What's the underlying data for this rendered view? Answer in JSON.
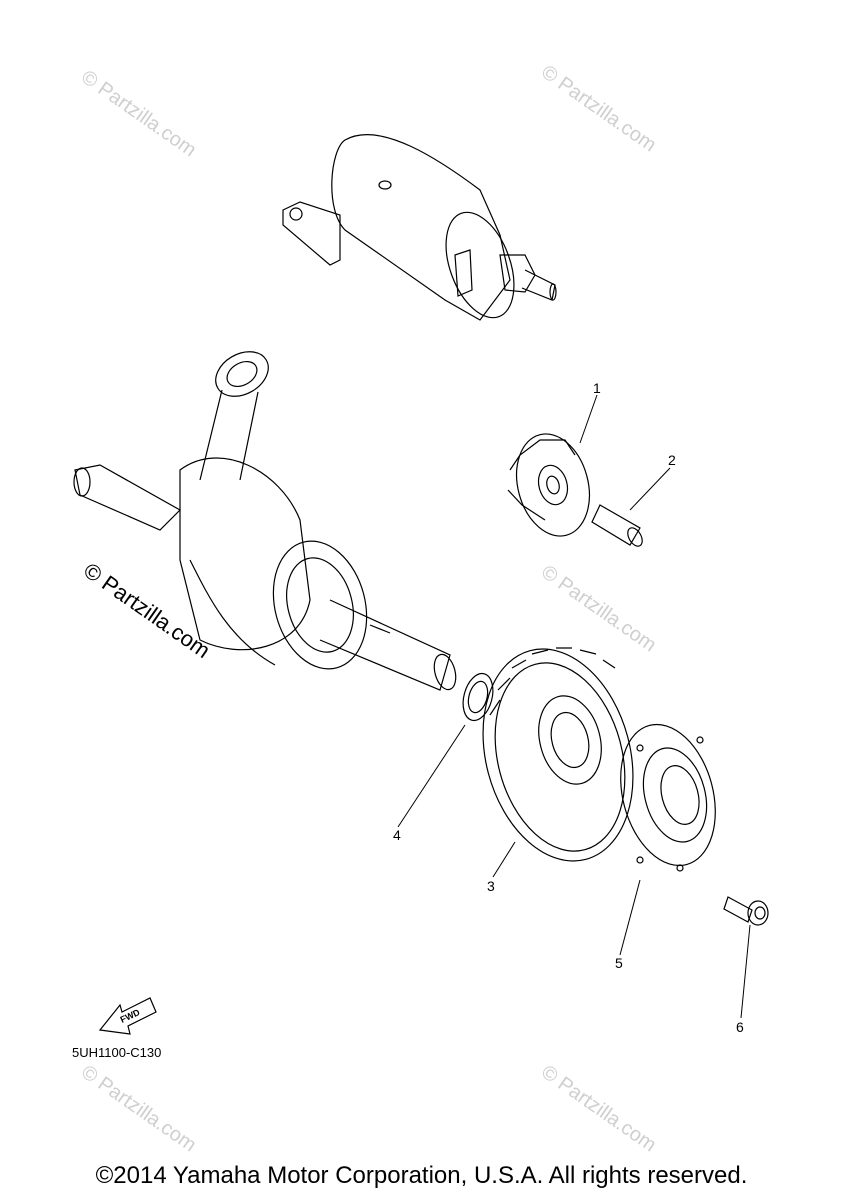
{
  "callouts": {
    "c1": "1",
    "c2": "2",
    "c3": "3",
    "c4": "4",
    "c5": "5",
    "c6": "6"
  },
  "watermarks": {
    "faint": "© Partzilla.com",
    "dark": "© Partzilla.com"
  },
  "fwd_label": "FWD",
  "diagram_code": "5UH1100-C130",
  "copyright": "©2014 Yamaha Motor Corporation, U.S.A. All rights reserved."
}
